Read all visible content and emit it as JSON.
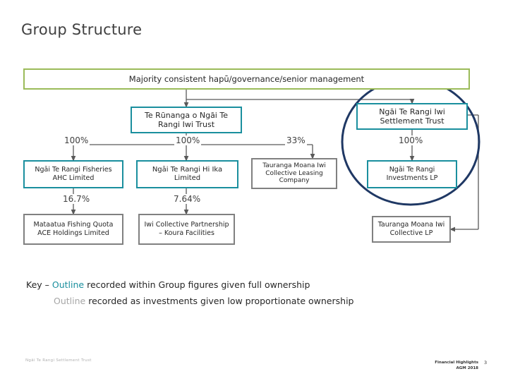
{
  "slide": {
    "title": "Group Structure",
    "banner": {
      "text": "Majority consistent hapū/governance/senior management",
      "border_color": "#9bbb59"
    }
  },
  "colors": {
    "teal": "#1a8f9e",
    "green": "#9bbb59",
    "gray": "#808080",
    "navy": "#1f3864",
    "connector": "#595959"
  },
  "nodes": {
    "runanga": "Te Rūnanga o Ngāi Te Rangi Iwi Trust",
    "settlement_trust": "Ngāi Te Rangi Iwi Settlement Trust",
    "fisheries": "Ngāi Te Rangi Fisheries AHC Limited",
    "hi_ika": "Ngāi Te Rangi Hi Ika Limited",
    "leasing": "Tauranga Moana Iwi Collective Leasing Company",
    "investments": "Ngāi Te Rangi Investments LP",
    "mataatua": "Mataatua Fishing Quota ACE Holdings Limited",
    "koura": "Iwi Collective Partnership – Koura Facilities",
    "tmic_lp": "Tauranga Moana Iwi Collective LP"
  },
  "percentages": {
    "runanga_to_fisheries": "100%",
    "runanga_to_hi_ika": "100%",
    "runanga_to_leasing": "33%",
    "settlement_to_investments": "100%",
    "fisheries_to_mataatua": "16.7%",
    "hi_ika_to_koura": "7.64%"
  },
  "key": {
    "prefix": "Key",
    "dash": "–",
    "line1_keyword": "Outline",
    "line1_rest": "recorded within Group figures given full ownership",
    "line2_keyword": "Outline",
    "line2_rest": "recorded as investments given low proportionate ownership"
  },
  "footer": {
    "left": "Ngāi Te Rangi Settlement Trust",
    "right_line1": "Financial Highlights",
    "right_line2": "AGM 2018",
    "page_number": "3"
  }
}
